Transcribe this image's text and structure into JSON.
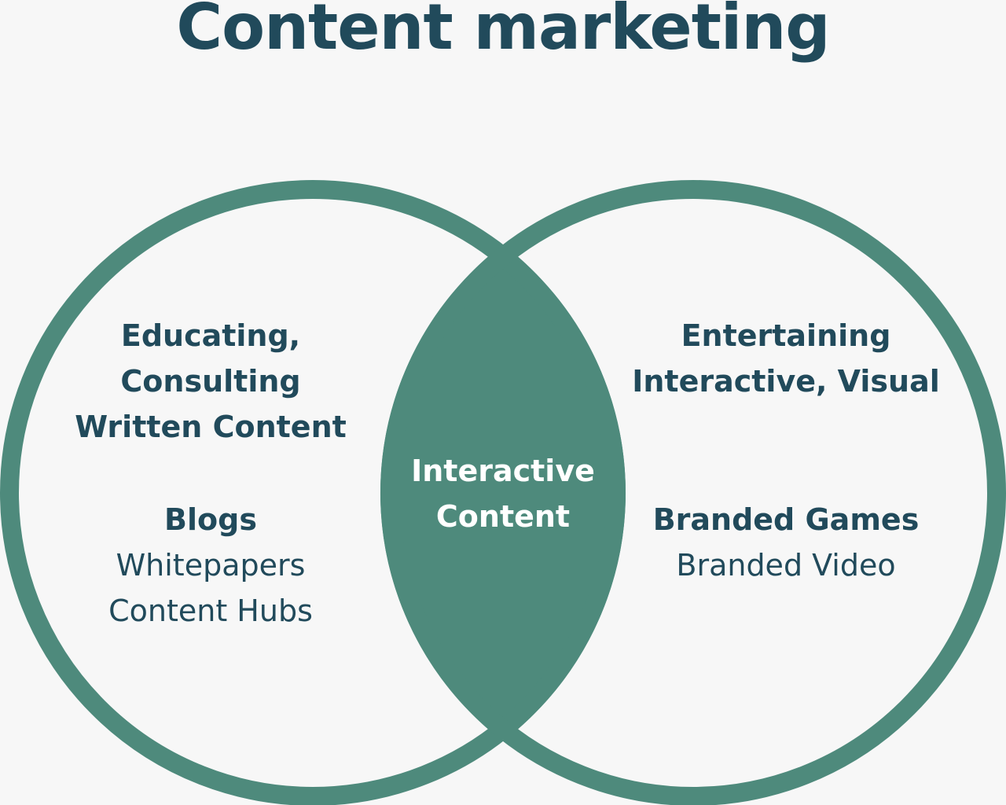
{
  "title": "Content marketing",
  "colors": {
    "accent": "#4e8a7c",
    "text": "#214a5b",
    "background": "#f7f7f7"
  },
  "left": {
    "heading": [
      "Educating,",
      "Consulting",
      "Written Content"
    ],
    "items": [
      {
        "label": "Blogs",
        "bold": true
      },
      {
        "label": "Whitepapers",
        "bold": false
      },
      {
        "label": "Content Hubs",
        "bold": false
      }
    ]
  },
  "right": {
    "heading": [
      "Entertaining",
      "Interactive, Visual"
    ],
    "items": [
      {
        "label": "Branded Games",
        "bold": true
      },
      {
        "label": "Branded Video",
        "bold": false
      }
    ]
  },
  "center": {
    "heading": [
      "Interactive",
      "Content"
    ]
  }
}
